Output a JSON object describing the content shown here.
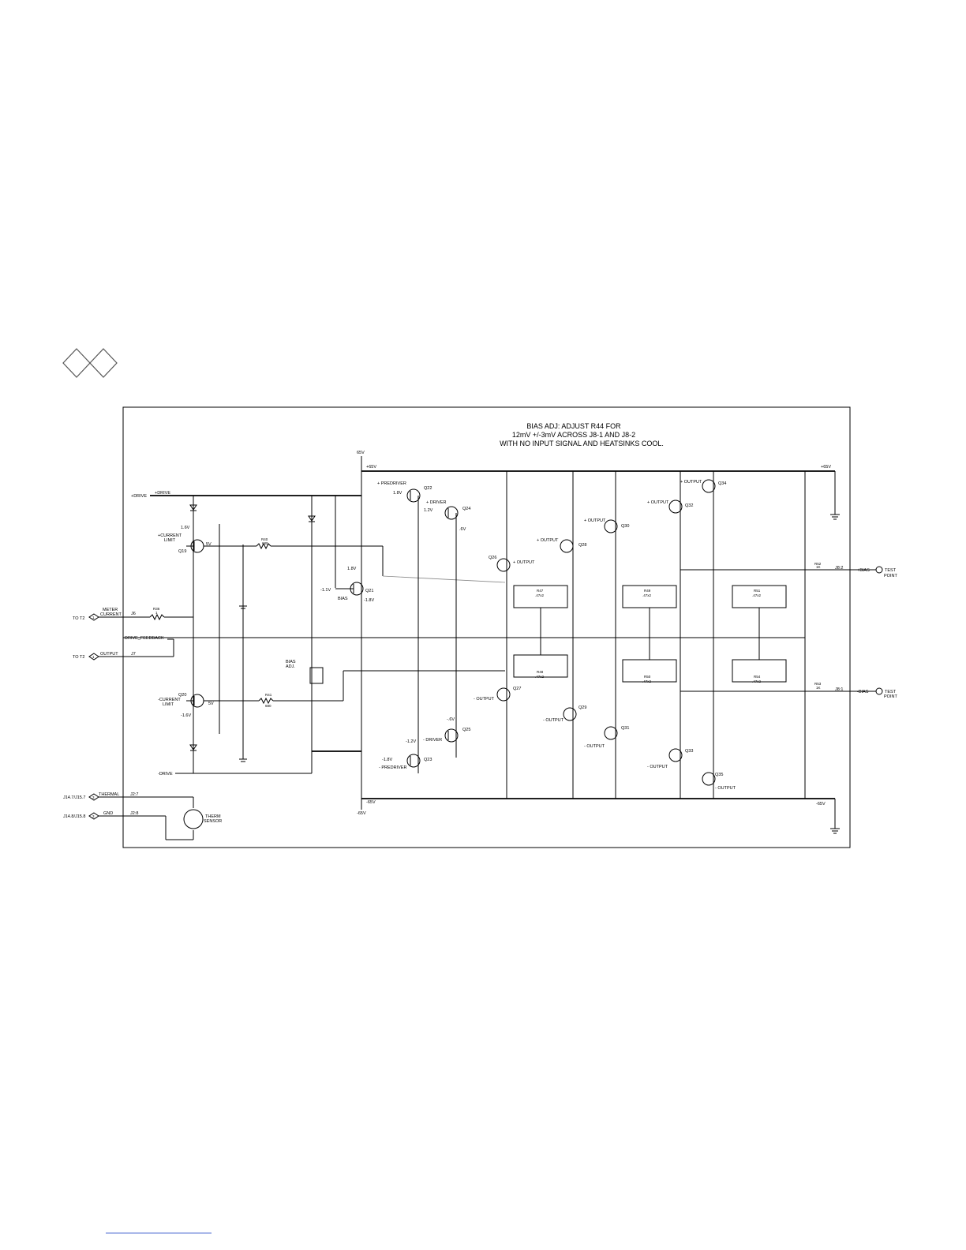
{
  "notes": {
    "line1": "BIAS ADJ: ADJUST R44 FOR",
    "line2": "12mV +/-3mV ACROSS J8-1 AND J8-2",
    "line3": "WITH NO INPUT SIGNAL AND HEATSINKS COOL."
  },
  "rails": {
    "pos_top": "65V",
    "pos": "+65V",
    "pos_right": "+65V",
    "neg_bottom": "-65V",
    "neg": "-65V",
    "neg_right": "-65V"
  },
  "nets": {
    "pdrive": "+DRIVE",
    "pdrive2": "+DRIVE",
    "ndrive": "-DRIVE",
    "drive_feedback": "DRIVE_FEEDBACK",
    "pcur1": "+CURRENT",
    "pcur2": "LIMIT",
    "ncur1": "-CURRENT",
    "ncur2": "LIMIT",
    "bias": "BIAS",
    "bias_adj1": "BIAS",
    "bias_adj2": "ADJ.",
    "ppre": "+ PREDRIVER",
    "npre": "- PREDRIVER",
    "pdrv": "+ DRIVER",
    "ndrv": "- DRIVER",
    "pout": "+ OUTPUT",
    "nout": "- OUTPUT",
    "pbias": "+BIAS",
    "nbias": "-BIAS",
    "test1": "TEST",
    "test2": "POINT",
    "meter1": "METER",
    "meter2": "CURRENT",
    "output": "OUTPUT",
    "thermal": "THERMAL",
    "gnd": "GND",
    "therm1": "THERM",
    "therm2": "SENSOR",
    "to_t2": "TO T2",
    "j14_7": "J14.7/J15.7",
    "j14_8": "J14.8/J15.8"
  },
  "connectors": {
    "j6": "J6",
    "j7": "J7",
    "j27": "J2:7",
    "j28": "J2:8",
    "j82": "J8:2",
    "j81": "J8:1",
    "pin1": "1",
    "pin3": "3"
  },
  "transistors": {
    "q19": "Q19",
    "q20": "Q20",
    "q21": "Q21",
    "q22": "Q22",
    "q23": "Q23",
    "q24": "Q24",
    "q25": "Q25",
    "q26": "Q26",
    "q27": "Q27",
    "q28": "Q28",
    "q29": "Q29",
    "q30": "Q30",
    "q31": "Q31",
    "q32": "Q32",
    "q33": "Q33",
    "q34": "Q34",
    "q35": "Q35"
  },
  "resistors": {
    "r36": "R36",
    "r36v": "1",
    "r40": "R40",
    "r40v": "680",
    "r41": "R41",
    "r41v": "680",
    "r47": "R47",
    "r48": "R48",
    "r49": "R49",
    "r50": "R50",
    "r51": "R51",
    "r54": "R54",
    "rv": ".47x2",
    "r52": "R52",
    "r53": "R53",
    "r52v": "1K",
    "r53v": "1K"
  },
  "voltages": {
    "v1_6": "1.6V",
    "vm1_6": "-1.6V",
    "v5": "5V",
    "v1_8": "1.8V",
    "vm1_8": "-1.8V",
    "vm1_1": "-1.1V",
    "v1_2": "1.2V",
    "vm1_2": "-1.2V",
    "v6": ".6V",
    "vm6": "-.6V"
  }
}
